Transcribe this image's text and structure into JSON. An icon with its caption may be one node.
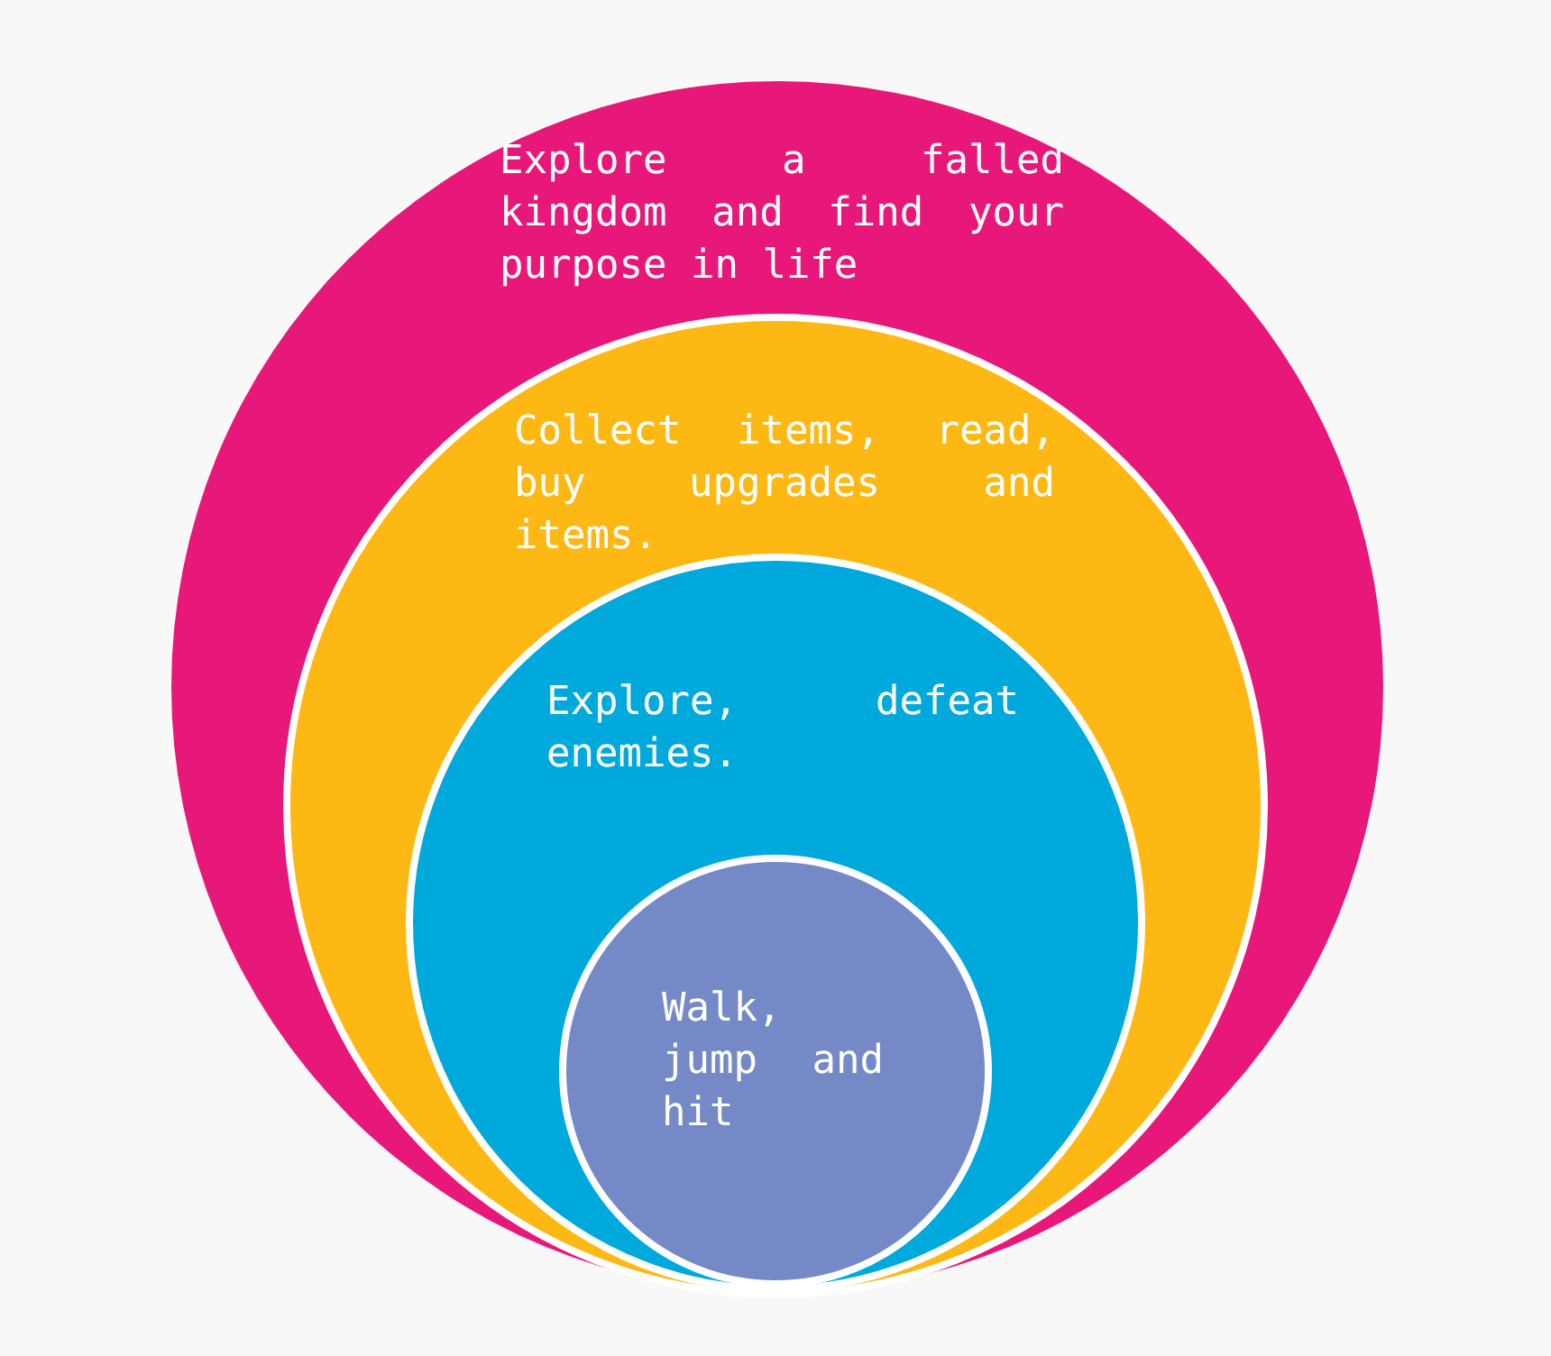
{
  "diagram": {
    "nodes": [
      {
        "text": [
          "Explore a falled kingdom and find your purpose in life"
        ]
      },
      {
        "text": [
          "Collect items, read, buy upgrades and items."
        ],
        "in": 0
      },
      {
        "text": [
          "Explore, defeat enemies."
        ],
        "in": 1
      },
      {
        "text": [
          "Walk, jump and hit"
        ],
        "in": 2
      }
    ]
  }
}
